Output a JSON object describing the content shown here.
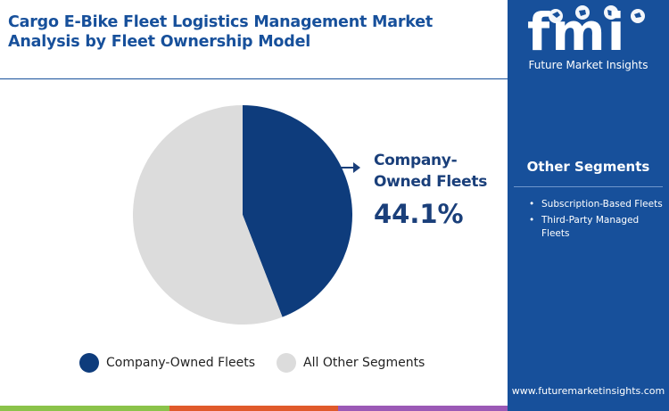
{
  "header": {
    "title": "Cargo E-Bike Fleet Logistics Management Market Analysis by Fleet Ownership Model"
  },
  "chart_data": {
    "type": "pie",
    "slices": [
      {
        "label": "Company-Owned Fleets",
        "value": 44.1,
        "color": "#0e3c7c"
      },
      {
        "label": "All Other Segments",
        "value": 55.9,
        "color": "#dcdcdc"
      }
    ],
    "callout": {
      "label": "Company-Owned Fleets",
      "value_text": "44.1%"
    },
    "legend_position": "bottom"
  },
  "sidebar": {
    "logo_letters": "fmi",
    "logo_subtitle": "Future Market Insights",
    "other_heading": "Other Segments",
    "other_items": [
      "Subscription-Based Fleets",
      "Third-Party Managed Fleets"
    ],
    "bullet": "•",
    "website": "www.futuremarketinsights.com",
    "background_color": "#17509b"
  },
  "colors": {
    "accent": "#17509b",
    "bottom_bar": [
      "#8bc34a",
      "#e05a2b",
      "#9b59b6"
    ]
  }
}
